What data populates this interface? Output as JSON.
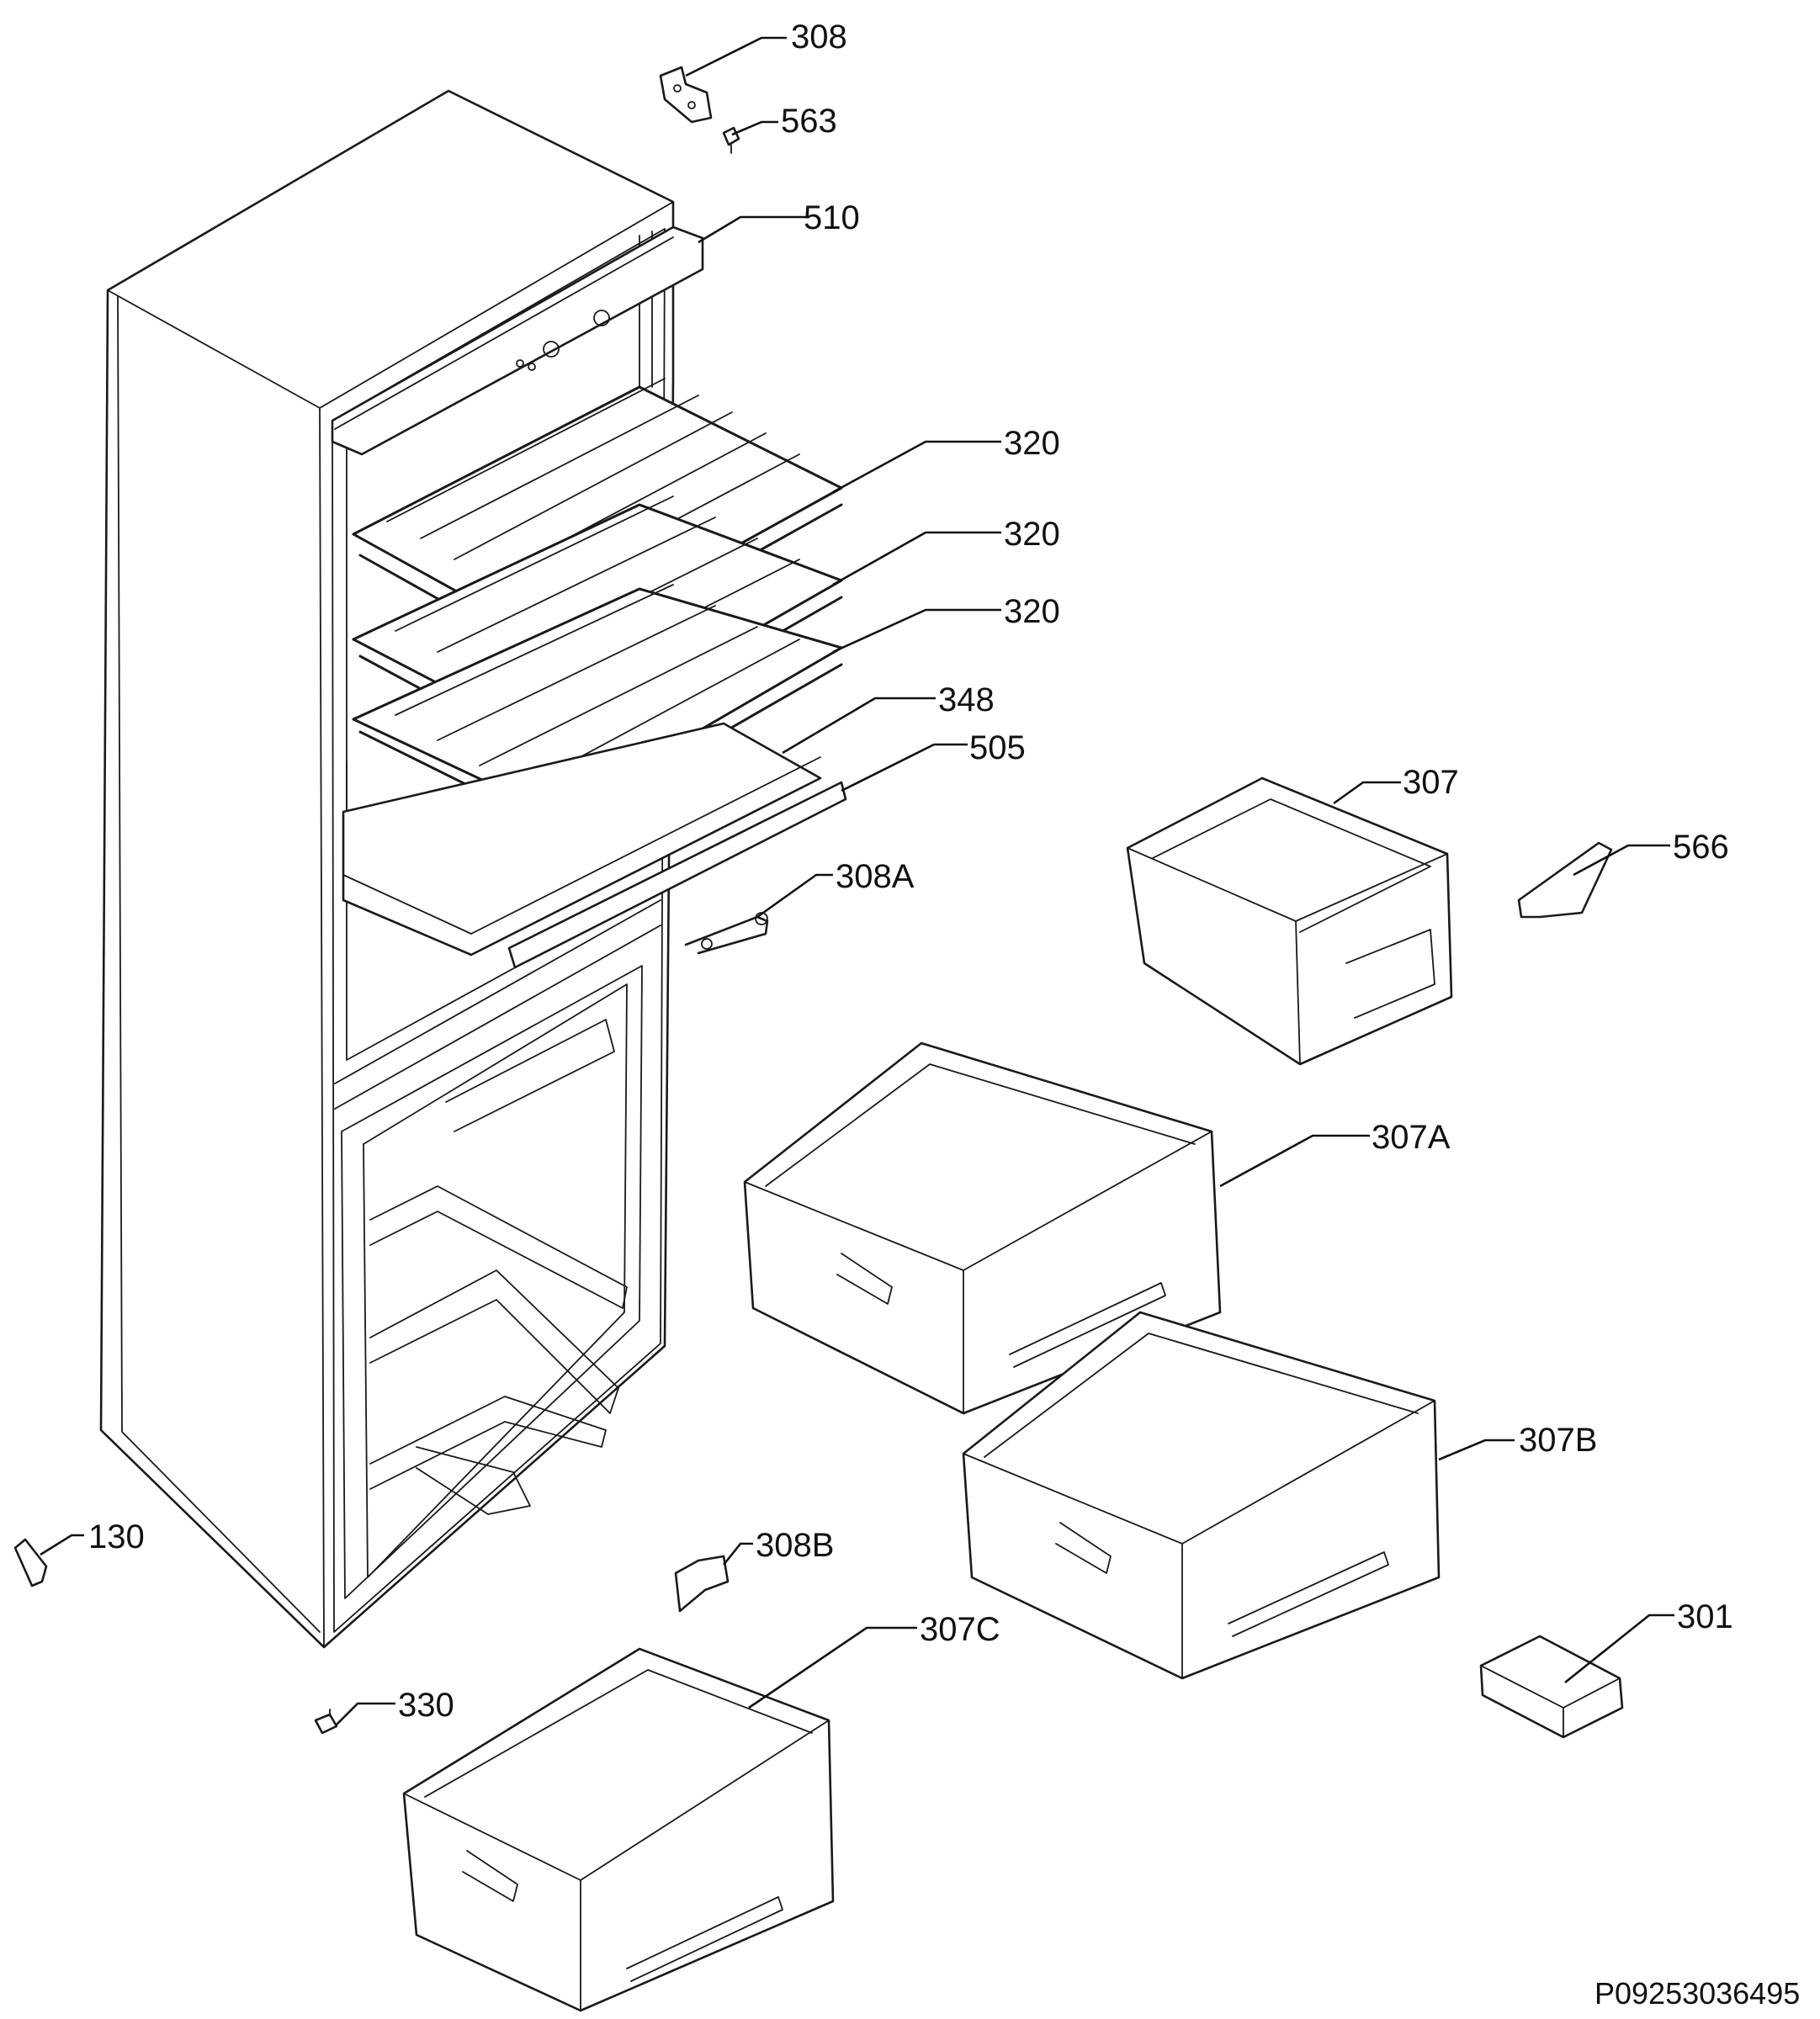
{
  "diagram_code": "P09253036495",
  "labels": {
    "p308": "308",
    "p563": "563",
    "p510": "510",
    "p320a": "320",
    "p320b": "320",
    "p320c": "320",
    "p348": "348",
    "p505": "505",
    "p308A": "308A",
    "p307": "307",
    "p566": "566",
    "p307A": "307A",
    "p307B": "307B",
    "p130": "130",
    "p308B": "308B",
    "p307C": "307C",
    "p330": "330",
    "p301": "301"
  }
}
